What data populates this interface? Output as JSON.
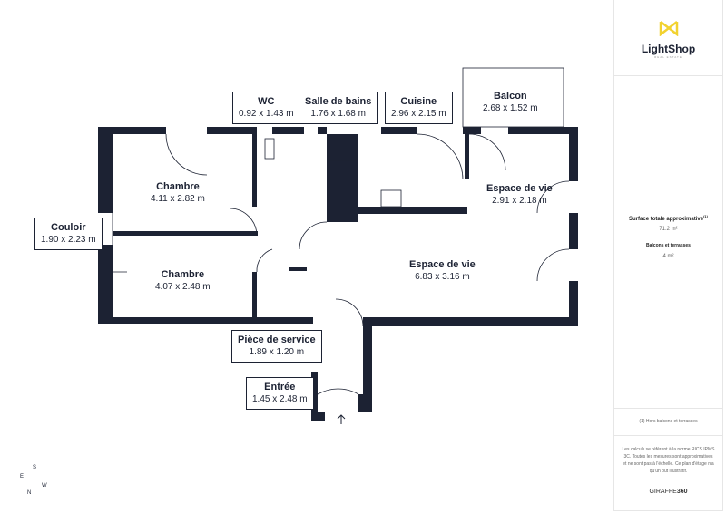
{
  "rooms": [
    {
      "name": "WC",
      "dims": "0.92 x 1.43 m"
    },
    {
      "name": "Salle de bains",
      "dims": "1.76 x 1.68 m"
    },
    {
      "name": "Cuisine",
      "dims": "2.96 x 2.15 m"
    },
    {
      "name": "Balcon",
      "dims": "2.68 x 1.52 m"
    },
    {
      "name": "Chambre",
      "dims": "4.11 x 2.82 m"
    },
    {
      "name": "Espace de vie",
      "dims": "2.91 x 2.18 m"
    },
    {
      "name": "Couloir",
      "dims": "1.90 x 2.23 m"
    },
    {
      "name": "Chambre",
      "dims": "4.07 x 2.48 m"
    },
    {
      "name": "Espace de vie",
      "dims": "6.83 x 3.16 m"
    },
    {
      "name": "Pièce de service",
      "dims": "1.89 x 1.20 m"
    },
    {
      "name": "Entrée",
      "dims": "1.45 x 2.48 m"
    }
  ],
  "sidebar": {
    "logo_text": "LightShop",
    "logo_sub": "REAL ESTATE",
    "total_label": "Surface totale approximative",
    "total_sup": "(1)",
    "total_value": "71.2 m²",
    "balcony_label": "Balcons et terrasses",
    "balcony_value": "4 m²",
    "footnote": "(1) Hors balcons et terrasses",
    "disclaimer": "Les calculs se réfèrent à la norme RICS IPMS 3C. Toutes les mesures sont approximatives et ne sont pas à l'échelle. Ce plan d'étage n'a qu'un but illustratif.",
    "brand_a": "GIRAFFE",
    "brand_b": "360"
  },
  "compass": {
    "n": "N",
    "s": "S",
    "e": "E",
    "w": "W"
  },
  "colors": {
    "wall": "#1c2233",
    "accent": "#f2d230"
  }
}
